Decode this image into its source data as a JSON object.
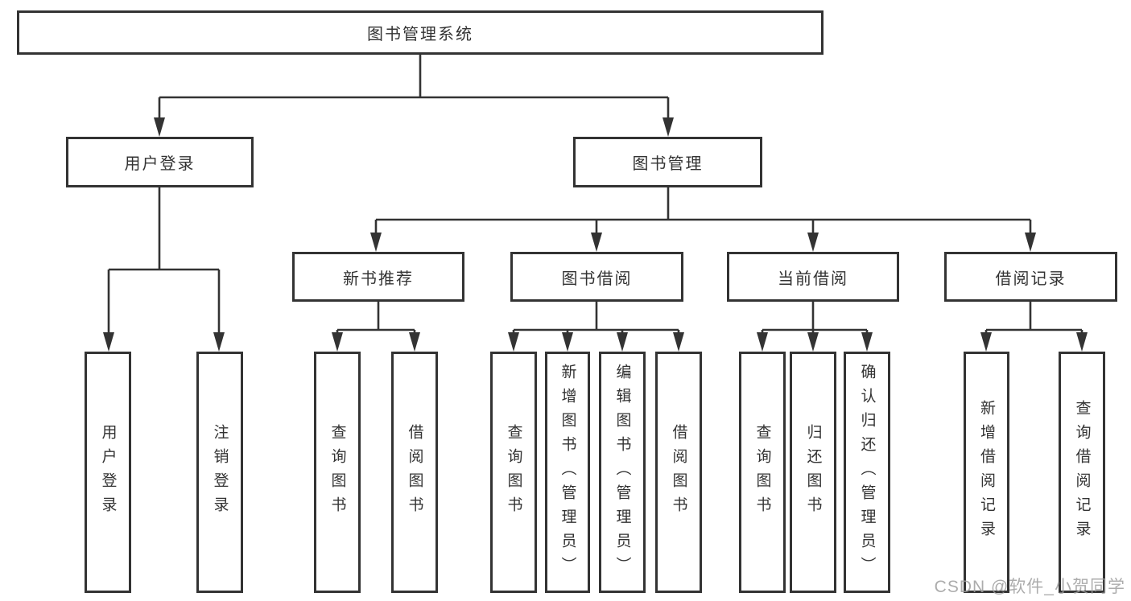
{
  "tree": {
    "root": {
      "label": "图书管理系统"
    },
    "children": [
      {
        "label": "用户登录",
        "leaves": [
          {
            "label": "用户登录"
          },
          {
            "label": "注销登录"
          }
        ]
      },
      {
        "label": "图书管理",
        "children": [
          {
            "label": "新书推荐",
            "leaves": [
              {
                "label": "查询图书"
              },
              {
                "label": "借阅图书"
              }
            ]
          },
          {
            "label": "图书借阅",
            "leaves": [
              {
                "label": "查询图书"
              },
              {
                "label": "新增图书（管理员）"
              },
              {
                "label": "编辑图书（管理员）"
              },
              {
                "label": "借阅图书"
              }
            ]
          },
          {
            "label": "当前借阅",
            "leaves": [
              {
                "label": "查询图书"
              },
              {
                "label": "归还图书"
              },
              {
                "label": "确认归还（管理员）"
              }
            ]
          },
          {
            "label": "借阅记录",
            "leaves": [
              {
                "label": "新增借阅记录"
              },
              {
                "label": "查询借阅记录"
              }
            ]
          }
        ]
      }
    ]
  },
  "watermark": {
    "text": "CSDN @软件_小贺同学"
  },
  "colors": {
    "line": "#333333",
    "box_border": "#333333",
    "text": "#333333",
    "background": "#ffffff",
    "watermark": "#9e9e9e"
  }
}
